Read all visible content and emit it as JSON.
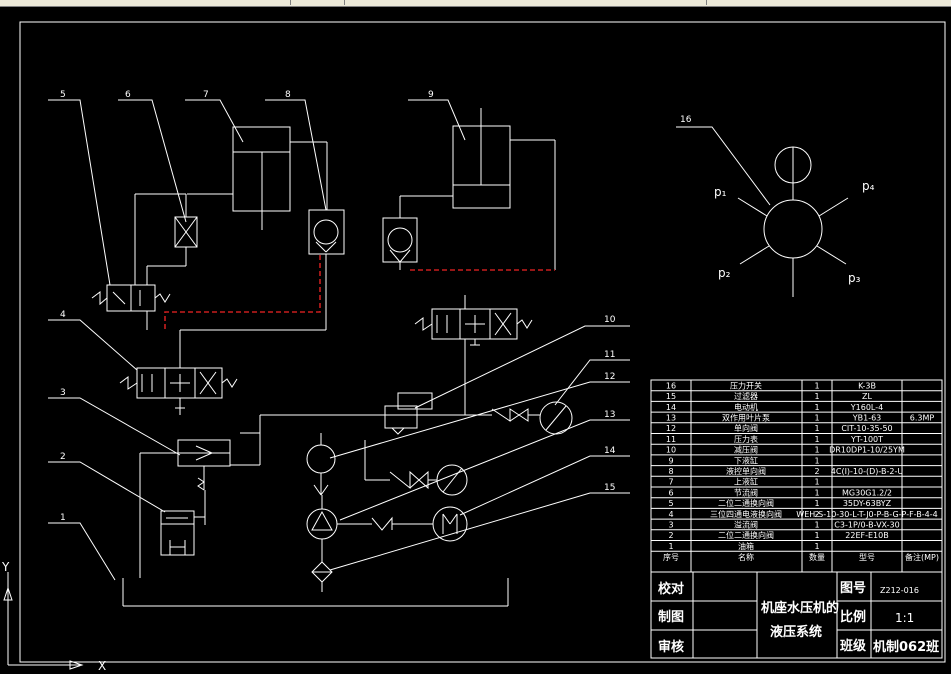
{
  "callouts": [
    "1",
    "2",
    "3",
    "4",
    "5",
    "6",
    "7",
    "8",
    "9",
    "10",
    "11",
    "12",
    "13",
    "14",
    "15",
    "16"
  ],
  "pressure_labels": [
    "p₁",
    "p₄",
    "p₂",
    "p₃"
  ],
  "axes": {
    "y": "Y",
    "x": "X"
  },
  "parts_table": {
    "rows": [
      {
        "no": "16",
        "name": "压力开关",
        "qty": "1",
        "model": "K-3B",
        "remark": ""
      },
      {
        "no": "15",
        "name": "过滤器",
        "qty": "1",
        "model": "ZL",
        "remark": ""
      },
      {
        "no": "14",
        "name": "电动机",
        "qty": "1",
        "model": "Y160L-4",
        "remark": ""
      },
      {
        "no": "13",
        "name": "双作用叶片泵",
        "qty": "1",
        "model": "YB1-63",
        "remark": "6.3MP"
      },
      {
        "no": "12",
        "name": "单向阀",
        "qty": "1",
        "model": "CIT-10-35-50",
        "remark": ""
      },
      {
        "no": "11",
        "name": "压力表",
        "qty": "1",
        "model": "YT-100T",
        "remark": ""
      },
      {
        "no": "10",
        "name": "减压阀",
        "qty": "1",
        "model": "DR10DP1-10/25YM",
        "remark": ""
      },
      {
        "no": "9",
        "name": "下液缸",
        "qty": "1",
        "model": "",
        "remark": ""
      },
      {
        "no": "8",
        "name": "液控单向阀",
        "qty": "2",
        "model": "4C(I)-10-(D)-B-2-U",
        "remark": ""
      },
      {
        "no": "7",
        "name": "上液缸",
        "qty": "1",
        "model": "",
        "remark": ""
      },
      {
        "no": "6",
        "name": "节流阀",
        "qty": "1",
        "model": "MG30G1.2/2",
        "remark": ""
      },
      {
        "no": "5",
        "name": "二位二通换向阀",
        "qty": "1",
        "model": "35DY-63BYZ",
        "remark": ""
      },
      {
        "no": "4",
        "name": "三位四通电液换向阀",
        "qty": "2",
        "model": "WEH-S-10-30-L-T-J0-P-B-G-P-F-B-4-4",
        "remark": ""
      },
      {
        "no": "3",
        "name": "溢流阀",
        "qty": "1",
        "model": "C3-1P/0-B-VX-30",
        "remark": ""
      },
      {
        "no": "2",
        "name": "二位二通换向阀",
        "qty": "1",
        "model": "22EF-E10B",
        "remark": ""
      },
      {
        "no": "1",
        "name": "油箱",
        "qty": "1",
        "model": "",
        "remark": ""
      }
    ],
    "header": {
      "no": "序号",
      "name": "名称",
      "qty": "数量",
      "model": "型号",
      "remark": "备注(MP)"
    }
  },
  "title_block": {
    "check": "校对",
    "draw": "制图",
    "review": "审核",
    "title_line1": "机座水压机的",
    "title_line2": "液压系统",
    "drawing_no_label": "图号",
    "drawing_no": "Z212-016",
    "scale_label": "比例",
    "scale": "1:1",
    "class_label": "班级",
    "class_value": "机制062班"
  }
}
